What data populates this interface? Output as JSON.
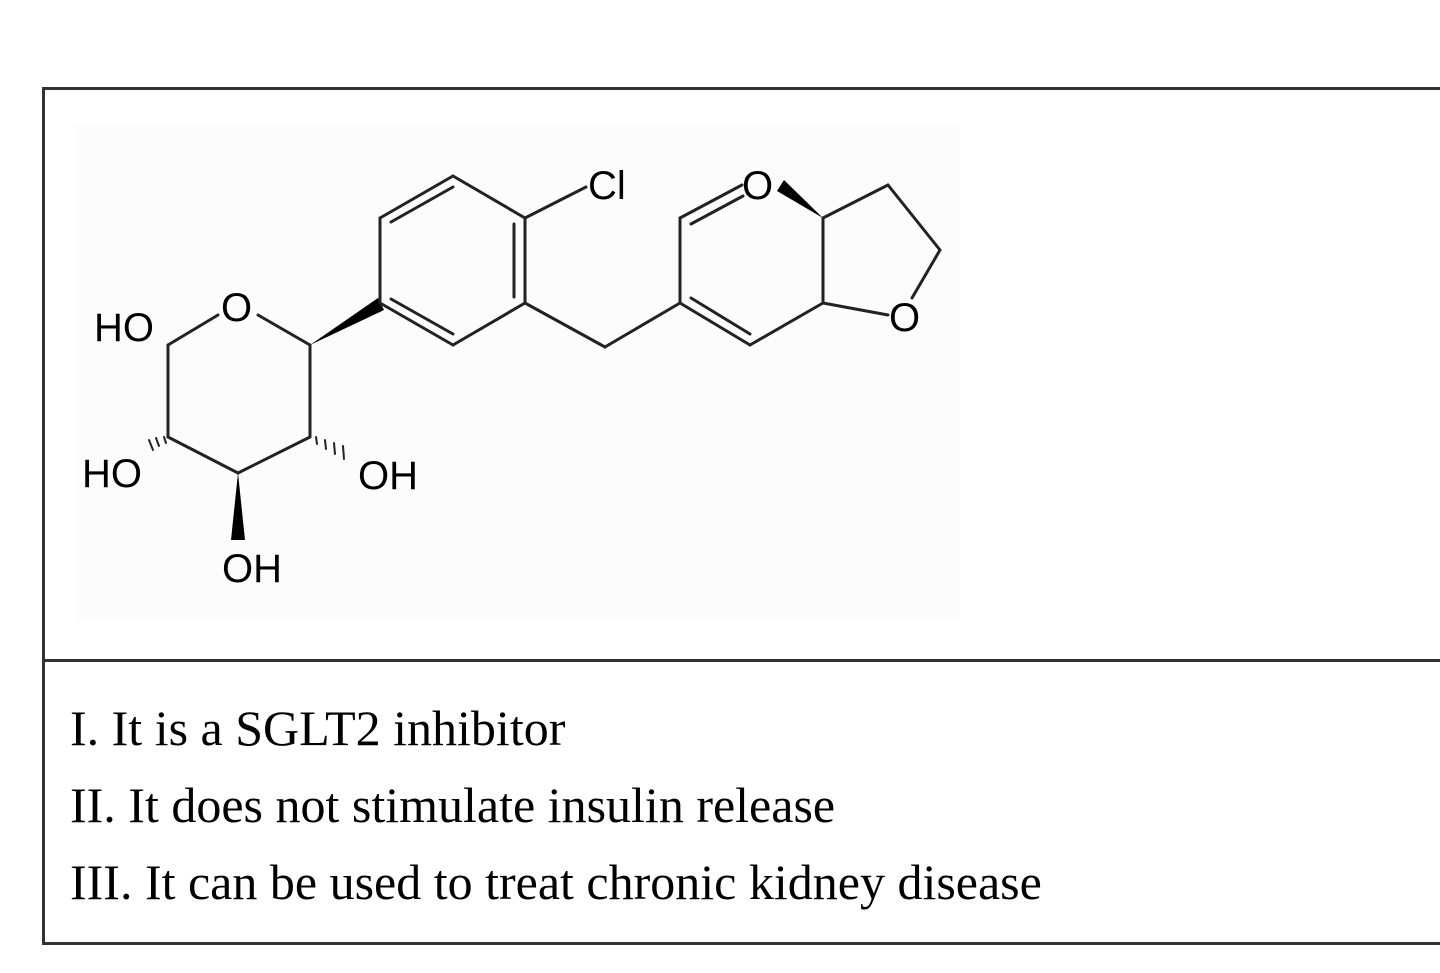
{
  "structure": {
    "atom_labels": {
      "ho_anomeric": "HO",
      "o_pyranose": "O",
      "ho_left": "HO",
      "oh_bottom": "OH",
      "oh_right": "OH",
      "cl": "Cl",
      "o_pyran": "O",
      "o_furan": "O"
    }
  },
  "statements": [
    {
      "text": "I. It is a SGLT2 inhibitor"
    },
    {
      "text": "II. It does not stimulate insulin release"
    },
    {
      "text": "III. It can be used to treat chronic kidney disease"
    }
  ]
}
